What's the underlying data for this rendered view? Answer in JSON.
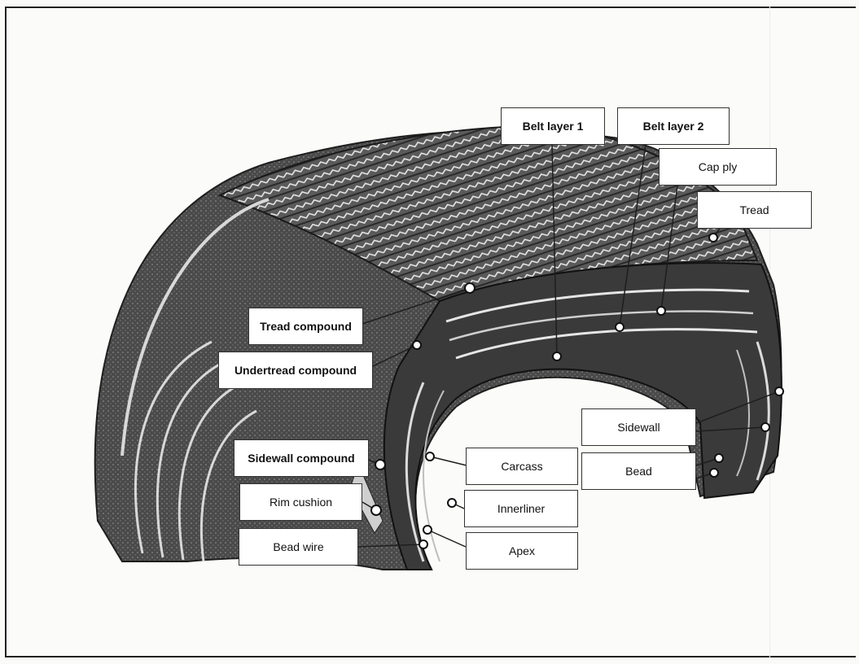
{
  "diagram": {
    "subject": "tire-cutaway-icon",
    "labels": {
      "belt_layer_1": "Belt layer 1",
      "belt_layer_2": "Belt layer 2",
      "cap_ply": "Cap ply",
      "tread": "Tread",
      "tread_compound": "Tread compound",
      "undertread_compound": "Undertread compound",
      "sidewall": "Sidewall",
      "bead": "Bead",
      "sidewall_compound": "Sidewall compound",
      "carcass": "Carcass",
      "rim_cushion": "Rim cushion",
      "innerliner": "Innerliner",
      "bead_wire": "Bead wire",
      "apex": "Apex"
    }
  }
}
